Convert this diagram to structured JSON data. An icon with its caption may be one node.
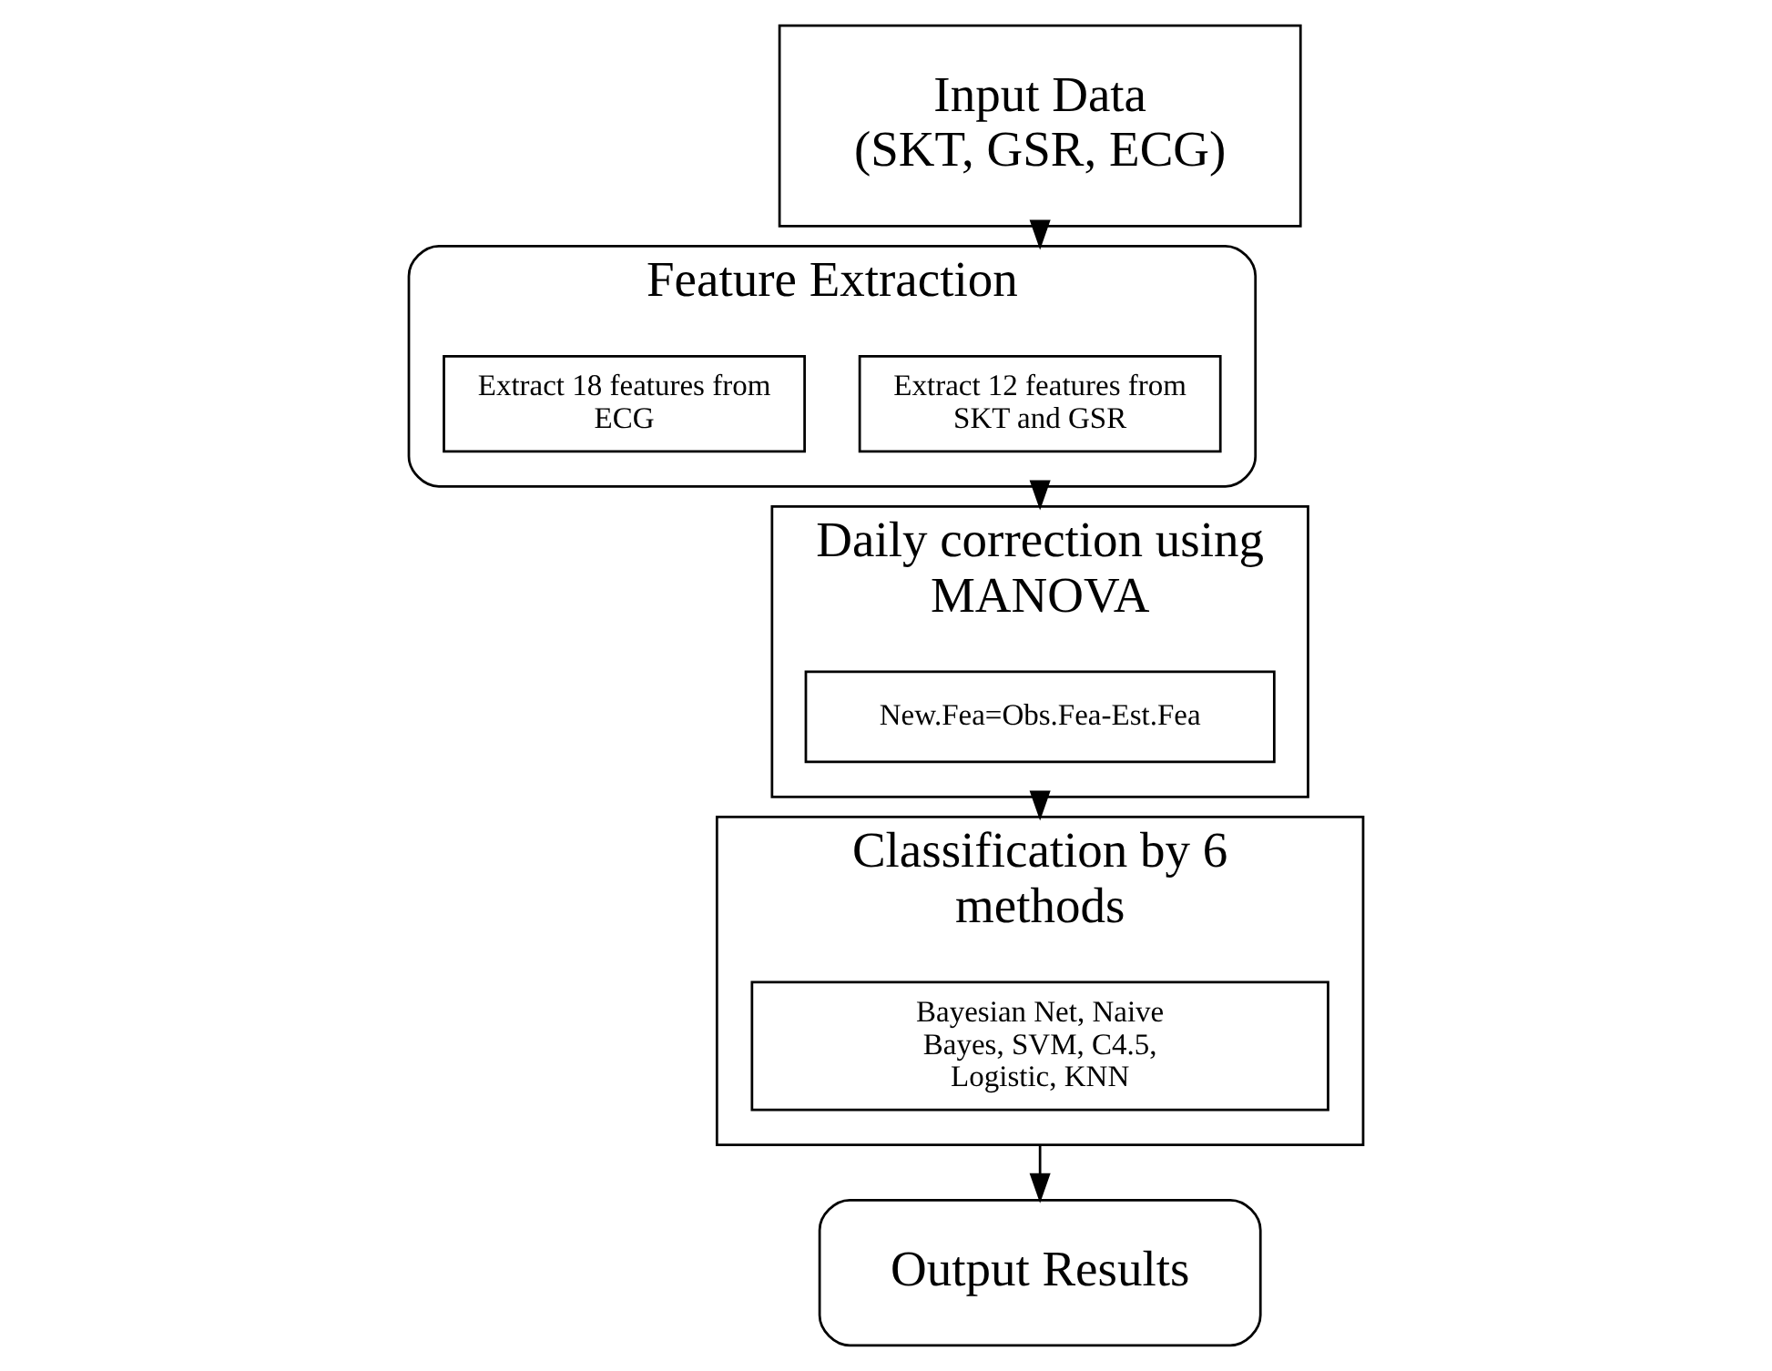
{
  "diagram": {
    "nodes": [
      {
        "text": [
          "Input Data",
          "(SKT, GSR, ECG)"
        ]
      },
      {
        "text": [
          "Feature Extraction"
        ]
      },
      {
        "text": [
          "Extract 12 features from SKT and GSR"
        ],
        "in": 1
      },
      {
        "text": [
          "Extract 18 features from ECG"
        ],
        "in": 1
      },
      {
        "text": [
          "Daily correction using MANOVA"
        ]
      },
      {
        "text": [
          "New.Fea=Obs.Fea-Est.Fea"
        ],
        "in": 4
      },
      {
        "text": [
          "Classification by 6 methods"
        ]
      },
      {
        "text": [
          "Bayesian Net, Naive Bayes, SVM, C4.5, Logistic, KNN"
        ],
        "in": 6
      },
      {
        "text": [
          "Output Results"
        ]
      }
    ],
    "edges": [
      {
        "from": 0,
        "to": 1,
        "arrow": "to"
      },
      {
        "from": 1,
        "to": 4,
        "arrow": "to"
      },
      {
        "from": 4,
        "to": 6,
        "arrow": "to"
      },
      {
        "from": 6,
        "to": 8,
        "arrow": "to"
      }
    ]
  }
}
